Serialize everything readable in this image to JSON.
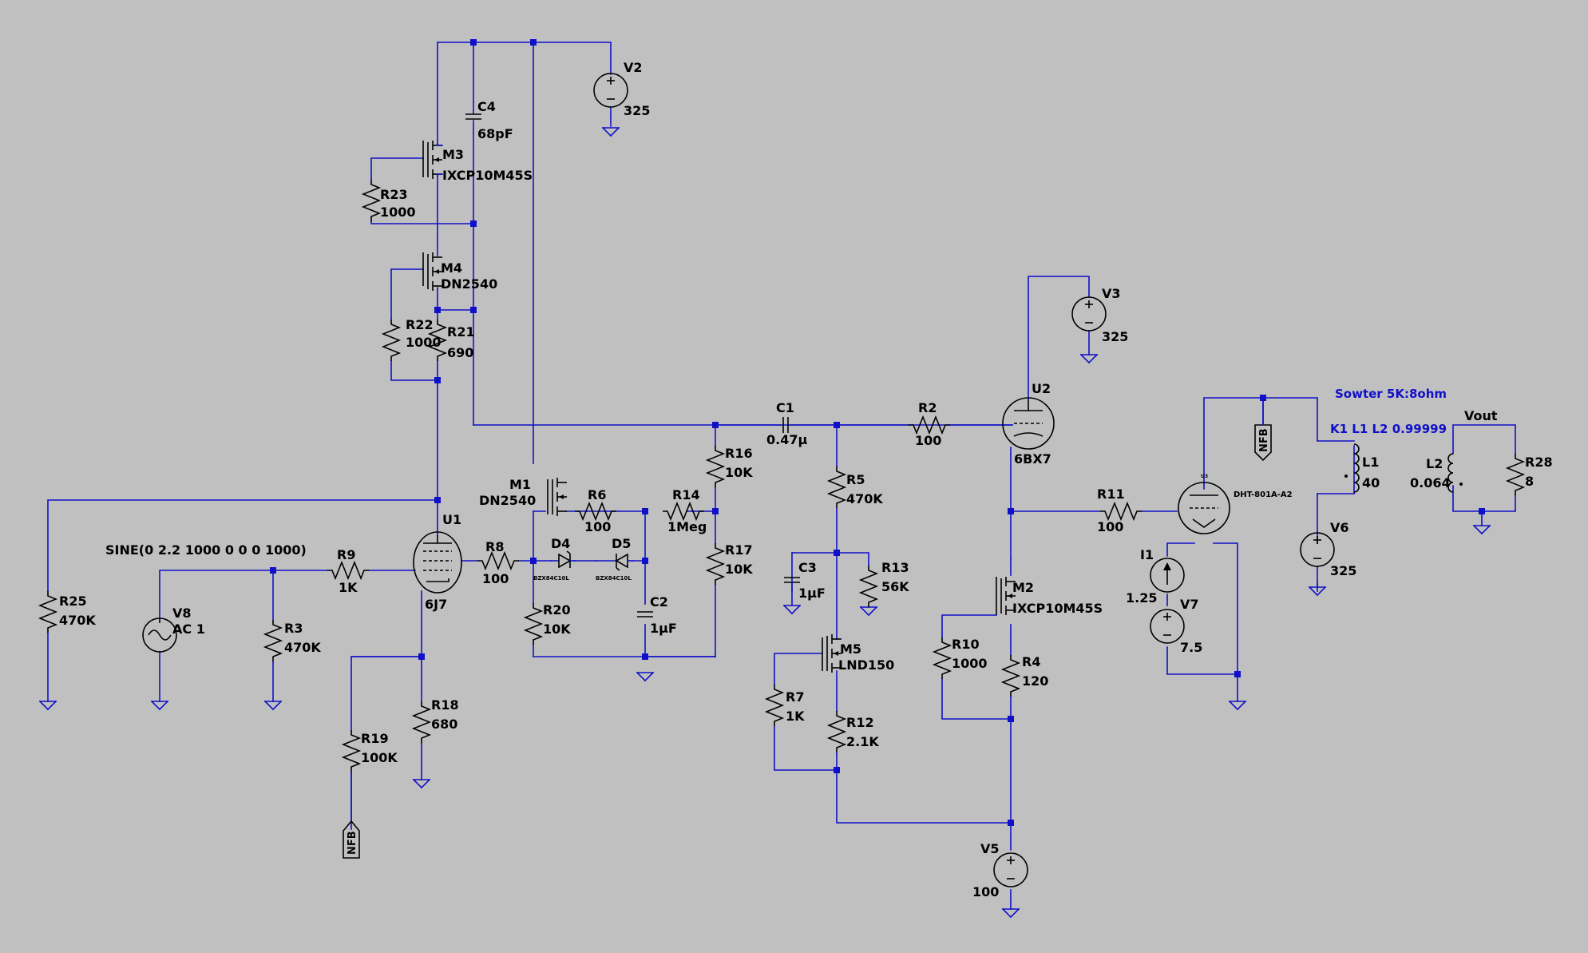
{
  "components": {
    "V2": {
      "name": "V2",
      "value": "325"
    },
    "V3": {
      "name": "V3",
      "value": "325"
    },
    "V5": {
      "name": "V5",
      "value": "100"
    },
    "V6": {
      "name": "V6",
      "value": "325"
    },
    "V7": {
      "name": "V7",
      "value": "7.5"
    },
    "V8": {
      "name": "V8",
      "value": "AC 1"
    },
    "I1": {
      "name": "I1",
      "value": "1.25"
    },
    "C1": {
      "name": "C1",
      "value": "0.47µ"
    },
    "C2": {
      "name": "C2",
      "value": "1µF"
    },
    "C3": {
      "name": "C3",
      "value": "1µF"
    },
    "C4": {
      "name": "C4",
      "value": "68pF"
    },
    "R2": {
      "name": "R2",
      "value": "100"
    },
    "R3": {
      "name": "R3",
      "value": "470K"
    },
    "R4": {
      "name": "R4",
      "value": "120"
    },
    "R5": {
      "name": "R5",
      "value": "470K"
    },
    "R6": {
      "name": "R6",
      "value": "100"
    },
    "R7": {
      "name": "R7",
      "value": "1K"
    },
    "R8": {
      "name": "R8",
      "value": "100"
    },
    "R9": {
      "name": "R9",
      "value": "1K"
    },
    "R10": {
      "name": "R10",
      "value": "1000"
    },
    "R11": {
      "name": "R11",
      "value": "100"
    },
    "R12": {
      "name": "R12",
      "value": "2.1K"
    },
    "R13": {
      "name": "R13",
      "value": "56K"
    },
    "R14": {
      "name": "R14",
      "value": "1Meg"
    },
    "R16": {
      "name": "R16",
      "value": "10K"
    },
    "R17": {
      "name": "R17",
      "value": "10K"
    },
    "R18": {
      "name": "R18",
      "value": "680"
    },
    "R19": {
      "name": "R19",
      "value": "100K"
    },
    "R20": {
      "name": "R20",
      "value": "10K"
    },
    "R21": {
      "name": "R21",
      "value": "690"
    },
    "R22": {
      "name": "R22",
      "value": "1000"
    },
    "R23": {
      "name": "R23",
      "value": "1000"
    },
    "R25": {
      "name": "R25",
      "value": "470K"
    },
    "R28": {
      "name": "R28",
      "value": "8"
    },
    "L1": {
      "name": "L1",
      "value": "40"
    },
    "L2": {
      "name": "L2",
      "value": "0.064"
    },
    "M1": {
      "name": "M1",
      "value": "DN2540"
    },
    "M2": {
      "name": "M2",
      "value": "IXCP10M45S"
    },
    "M3": {
      "name": "M3",
      "value": "IXCP10M45S"
    },
    "M4": {
      "name": "M4",
      "value": "DN2540"
    },
    "M5": {
      "name": "M5",
      "value": "LND150"
    },
    "D4": {
      "name": "D4",
      "value": "BZX84C10L"
    },
    "D5": {
      "name": "D5",
      "value": "BZX84C10L"
    },
    "U1": {
      "name": "U1",
      "value": "6J7"
    },
    "U2": {
      "name": "U2",
      "value": "6BX7"
    },
    "U3": {
      "name": "U3",
      "value": "DHT-801A-A2"
    }
  },
  "source_spec": "SINE(0 2.2 1000 0 0 0 1000)",
  "annotations": {
    "transformer_note": "Sowter 5K:8ohm",
    "coupling": "K1 L1 L2 0.99999",
    "vout_label": "Vout"
  },
  "net_flags": {
    "nfb_top": "NFB",
    "nfb_bottom": "NFB"
  },
  "colors": {
    "background": "#c0c0c0",
    "wire": "#1010c8",
    "symbol": "#000000"
  }
}
